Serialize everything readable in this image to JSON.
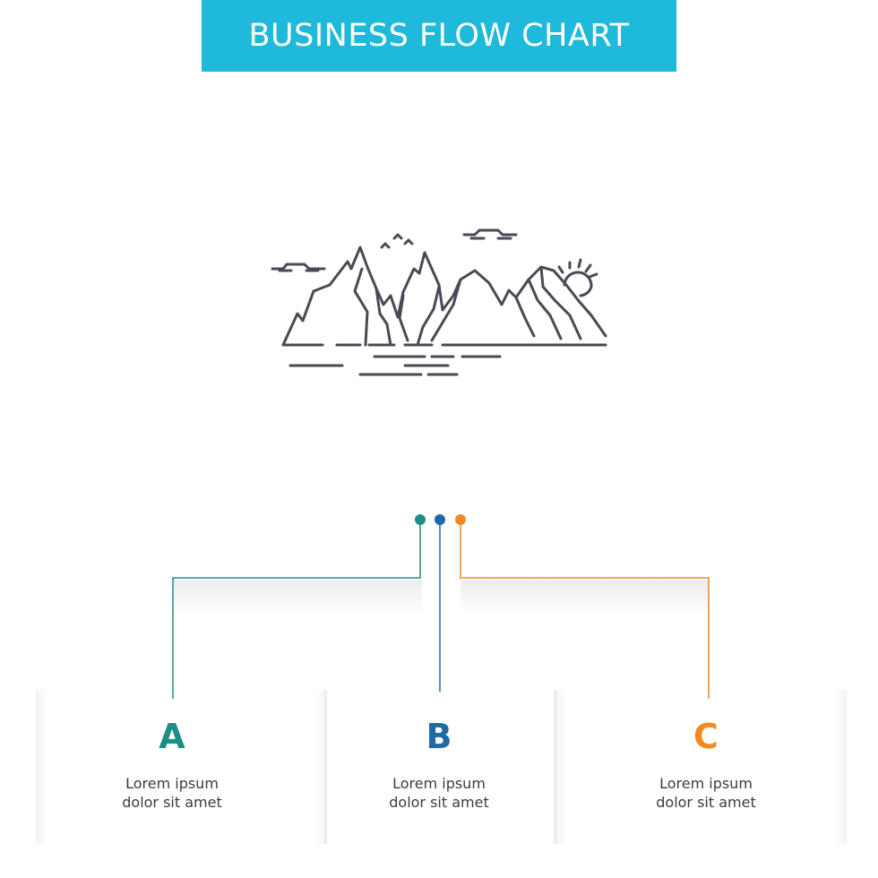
{
  "header": {
    "title": "BUSINESS FLOW CHART"
  },
  "colors": {
    "banner": "#1fb9dc",
    "step_a": "#1b8f83",
    "step_b": "#1f6aa5",
    "step_c": "#f08a24",
    "icon_stroke": "#4a4a55"
  },
  "illustration": {
    "icon": "mountains-landscape-icon"
  },
  "steps": [
    {
      "letter": "A",
      "line1": "Lorem ipsum",
      "line2": "dolor sit amet"
    },
    {
      "letter": "B",
      "line1": "Lorem ipsum",
      "line2": "dolor sit amet"
    },
    {
      "letter": "C",
      "line1": "Lorem ipsum",
      "line2": "dolor sit amet"
    }
  ]
}
